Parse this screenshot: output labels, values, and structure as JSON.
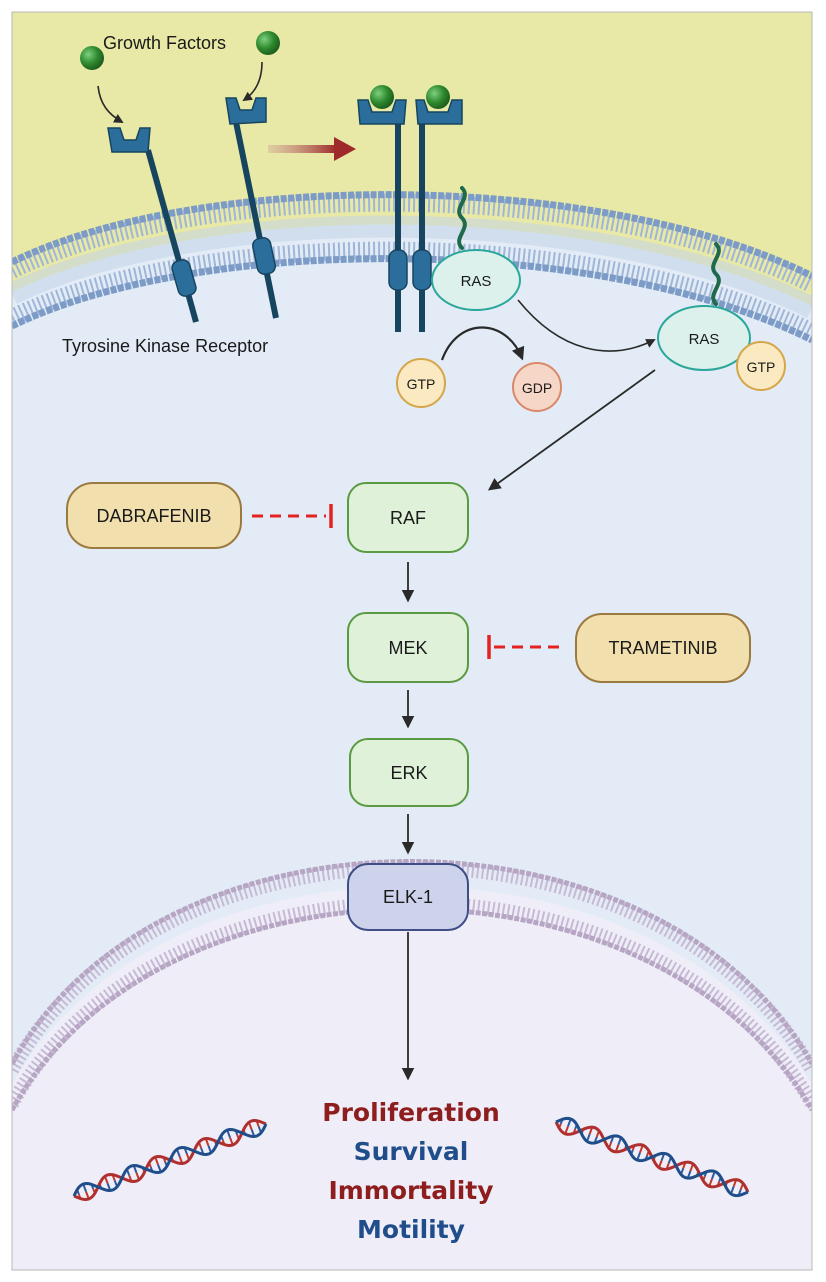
{
  "labels": {
    "growth_factors": "Growth Factors",
    "receptor": "Tyrosine Kinase Receptor"
  },
  "nodes": {
    "ras_membrane": "RAS",
    "ras_active": "RAS",
    "gtp_in": "GTP",
    "gdp": "GDP",
    "gtp_bound": "GTP",
    "raf": "RAF",
    "mek": "MEK",
    "erk": "ERK",
    "elk1": "ELK-1"
  },
  "drugs": {
    "dabrafenib": "DABRAFENIB",
    "trametinib": "TRAMETINIB"
  },
  "outcomes": {
    "proliferation": "Proliferation",
    "survival": "Survival",
    "immortality": "Immortality",
    "motility": "Motility"
  },
  "colors": {
    "extracellular": "#e8e9a6",
    "cytoplasm": "#e3ecf6",
    "nucleus": "#efeef8",
    "membrane": "#7c9bc6",
    "nuclear_membrane": "#b6a6c4",
    "receptor": "#2b6e9c",
    "receptor_dark": "#17455f",
    "ligand": "#2f8a2f",
    "ras_fill": "#dcf1ec",
    "ras_stroke": "#2aa79a",
    "kinase_fill": "#dff1d8",
    "kinase_stroke": "#5b9a42",
    "elk_fill": "#cdd3ea",
    "elk_stroke": "#3f4f86",
    "drug_fill": "#f2dfae",
    "drug_stroke": "#9b7a3f",
    "gtp_fill": "#fbe9c2",
    "gtp_stroke": "#d5a64a",
    "gdp_fill": "#f6d6c6",
    "gdp_stroke": "#d9886a",
    "inhibition": "#e32222",
    "red_text": "#8e1d1d",
    "blue_text": "#1f4e8a"
  }
}
